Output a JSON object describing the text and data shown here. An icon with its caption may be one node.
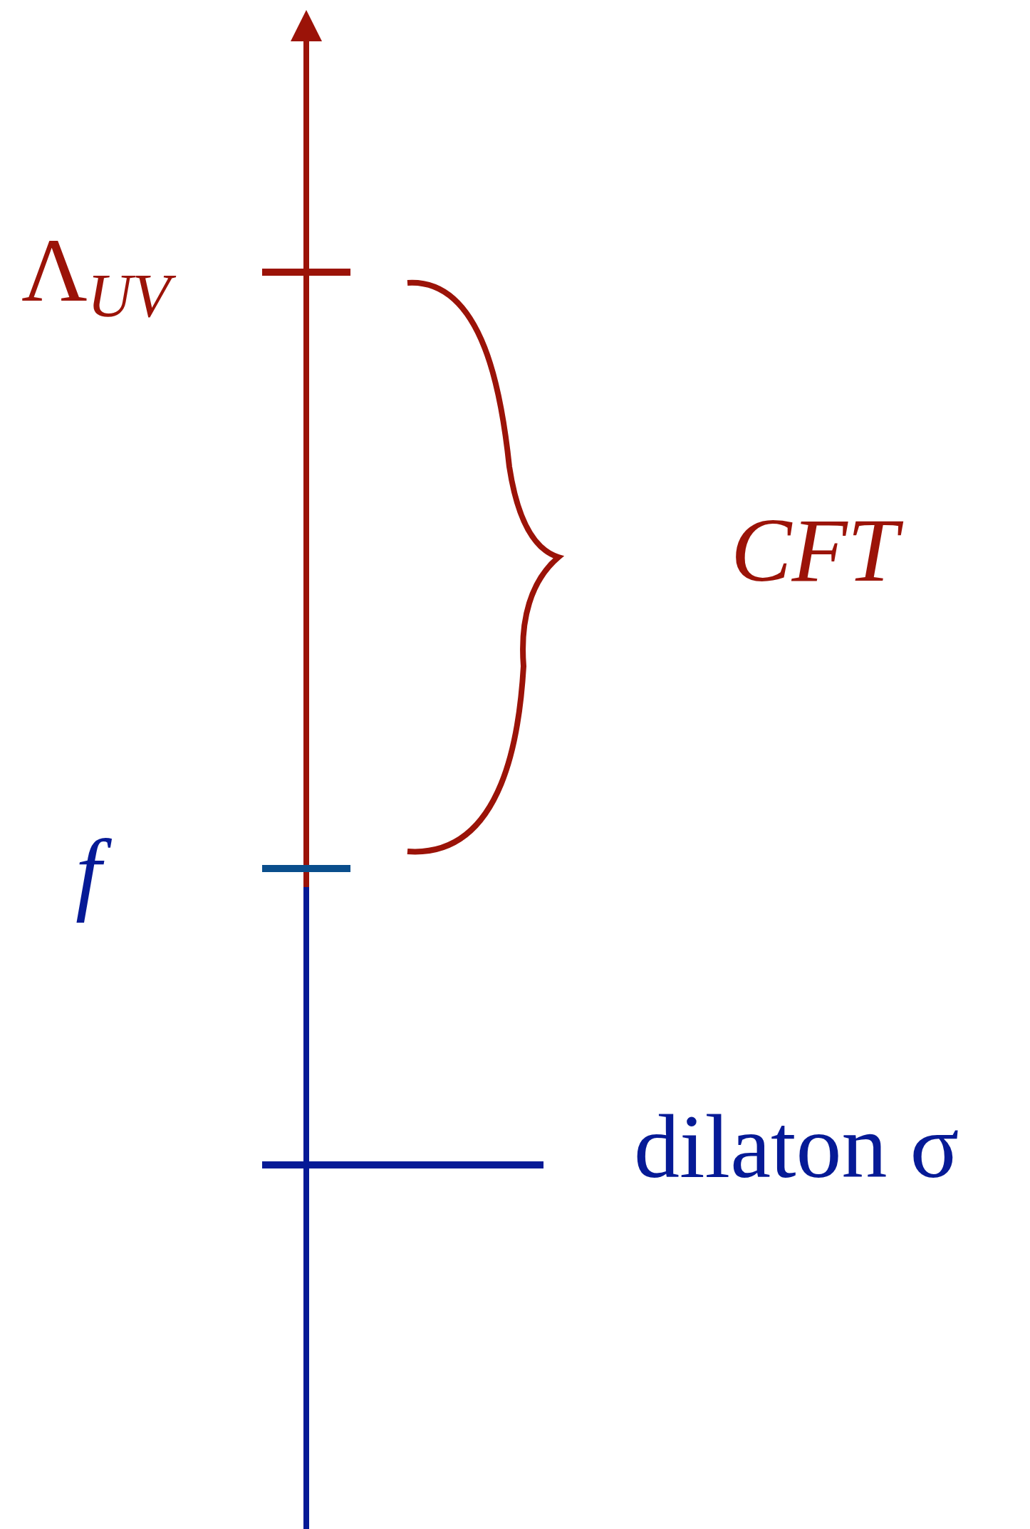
{
  "diagram": {
    "labels": [
      "Λ$_{UV}$",
      "f",
      "CFT",
      "dilaton σ"
    ]
  }
}
